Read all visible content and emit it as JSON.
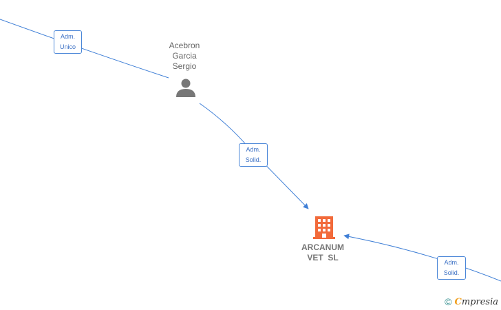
{
  "colors": {
    "edge": "#3f7fd6",
    "person": "#777777",
    "company": "#f26a3a",
    "box_text": "#3a6fc4"
  },
  "nodes": {
    "person": {
      "name_lines": [
        "Acebron",
        "Garcia",
        "Sergio"
      ],
      "icon": "person-icon"
    },
    "company": {
      "name_lines": [
        "ARCANUM",
        "VET  SL"
      ],
      "icon": "building-icon"
    }
  },
  "edges": [
    {
      "id": "edge-top-left",
      "role_lines": [
        "Adm.",
        "Unico"
      ]
    },
    {
      "id": "edge-person-company",
      "role_lines": [
        "Adm.",
        "Solid."
      ]
    },
    {
      "id": "edge-right-company",
      "role_lines": [
        "Adm.",
        "Solid."
      ]
    }
  ],
  "footer": {
    "copyright": "©",
    "brand_initial": "C",
    "brand_rest": "mpresia"
  }
}
